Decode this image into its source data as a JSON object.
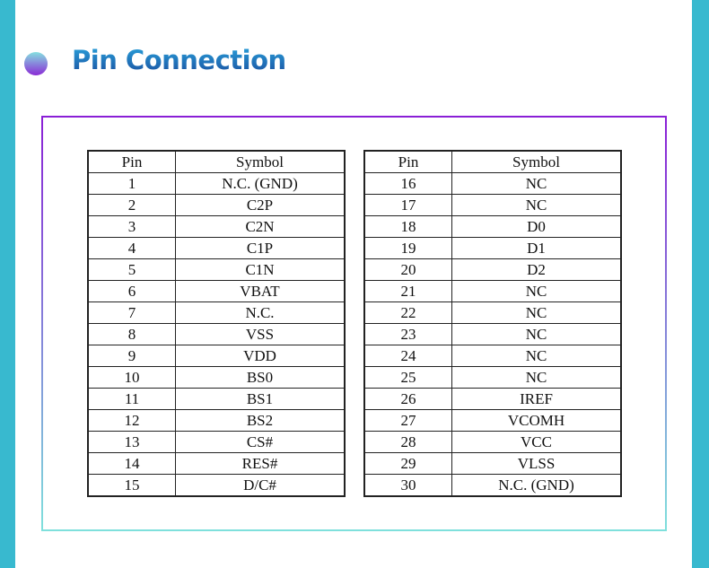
{
  "title": "Pin Connection",
  "tables": [
    {
      "headers": [
        "Pin",
        "Symbol"
      ],
      "rows": [
        [
          "1",
          "N.C. (GND)"
        ],
        [
          "2",
          "C2P"
        ],
        [
          "3",
          "C2N"
        ],
        [
          "4",
          "C1P"
        ],
        [
          "5",
          "C1N"
        ],
        [
          "6",
          "VBAT"
        ],
        [
          "7",
          "N.C."
        ],
        [
          "8",
          "VSS"
        ],
        [
          "9",
          "VDD"
        ],
        [
          "10",
          "BS0"
        ],
        [
          "11",
          "BS1"
        ],
        [
          "12",
          "BS2"
        ],
        [
          "13",
          "CS#"
        ],
        [
          "14",
          "RES#"
        ],
        [
          "15",
          "D/C#"
        ]
      ]
    },
    {
      "headers": [
        "Pin",
        "Symbol"
      ],
      "rows": [
        [
          "16",
          "NC"
        ],
        [
          "17",
          "NC"
        ],
        [
          "18",
          "D0"
        ],
        [
          "19",
          "D1"
        ],
        [
          "20",
          "D2"
        ],
        [
          "21",
          "NC"
        ],
        [
          "22",
          "NC"
        ],
        [
          "23",
          "NC"
        ],
        [
          "24",
          "NC"
        ],
        [
          "25",
          "NC"
        ],
        [
          "26",
          "IREF"
        ],
        [
          "27",
          "VCOMH"
        ],
        [
          "28",
          "VCC"
        ],
        [
          "29",
          "VLSS"
        ],
        [
          "30",
          "N.C. (GND)"
        ]
      ]
    }
  ]
}
